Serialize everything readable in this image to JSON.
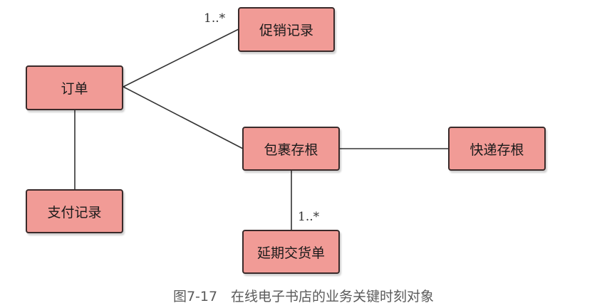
{
  "diagram": {
    "nodes": {
      "order": "订单",
      "promotion_record": "促销记录",
      "package_stub": "包裹存根",
      "express_stub": "快递存根",
      "payment_record": "支付记录",
      "delayed_delivery_order": "延期交货单"
    },
    "multiplicities": {
      "order_promotion": "1..*",
      "package_delayed": "1..*"
    },
    "colors": {
      "node_fill": "#f19b96",
      "node_border": "#3a2a2a",
      "line": "#333333"
    }
  },
  "caption": "图7-17　在线电子书店的业务关键时刻对象"
}
